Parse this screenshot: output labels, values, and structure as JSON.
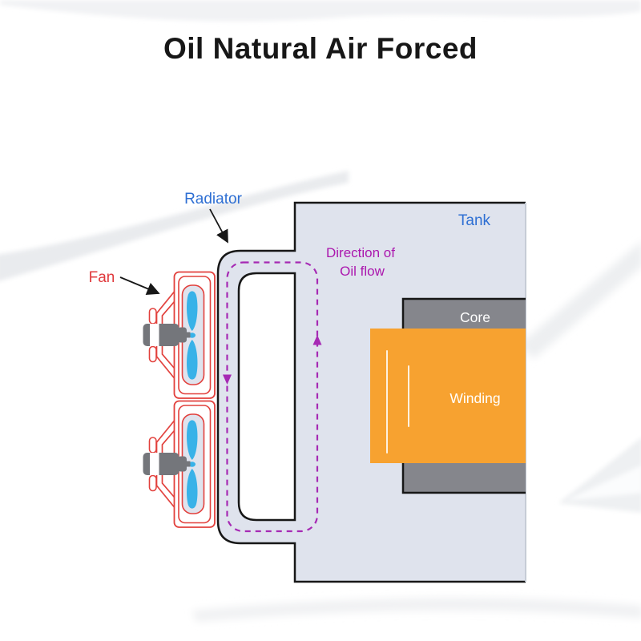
{
  "title": "Oil Natural Air Forced",
  "labels": {
    "radiator": "Radiator",
    "fan": "Fan",
    "tank": "Tank",
    "oil_flow_line1": "Direction of",
    "oil_flow_line2": "Oil flow",
    "core": "Core",
    "winding": "Winding"
  },
  "colors": {
    "tank_fill": "#dfe3ed",
    "core_fill": "#85868c",
    "winding_fill": "#f7a230",
    "fan_blade_blue": "#38b2e8",
    "fan_frame_red": "#e2403c",
    "motor_gray": "#74767b",
    "label_blue": "#2e6fd3",
    "label_red": "#e0393c",
    "oil_flow_text_magenta": "#ab17ae",
    "oil_flow_dash_magenta": "#a62ab4",
    "outline_black": "#171717",
    "tank_right_edge_gray": "#c6ccd6"
  }
}
